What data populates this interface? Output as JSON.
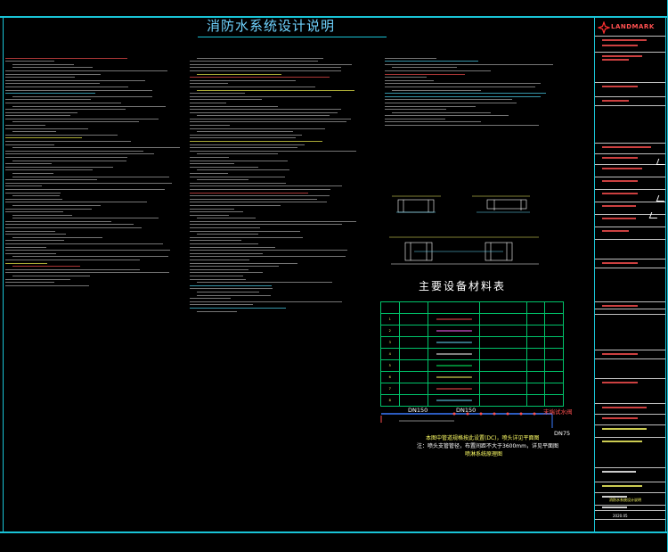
{
  "sheet": {
    "title": "消防水系统设计说明"
  },
  "equipment_table": {
    "title": "主要设备材料表",
    "rows": [
      [
        "1",
        "",
        "",
        "",
        "",
        ""
      ],
      [
        "2",
        "",
        "",
        "",
        "",
        ""
      ],
      [
        "3",
        "",
        "",
        "",
        "",
        ""
      ],
      [
        "4",
        "",
        "",
        "",
        "",
        ""
      ],
      [
        "5",
        "",
        "",
        "",
        "",
        ""
      ],
      [
        "6",
        "",
        "",
        "",
        "",
        ""
      ],
      [
        "7",
        "",
        "",
        "",
        "",
        ""
      ],
      [
        "8",
        "",
        "",
        "",
        "",
        ""
      ]
    ]
  },
  "pipe_diagram": {
    "dn150_left": "DN150",
    "dn150_right": "DN150",
    "dn75": "DN75",
    "tag_right": "末端试水阀",
    "note1": "本图中管道规格按此设置(DC)，喷头详见平面图",
    "note2": "注：喷头支管管径，布置间距不大于3600mm，详见平面图",
    "note3": "喷淋系统原理图"
  },
  "title_block": {
    "logo_text": "LANDMARK",
    "drawing_title": "消防水系统设计说明",
    "date": "2020.05"
  }
}
